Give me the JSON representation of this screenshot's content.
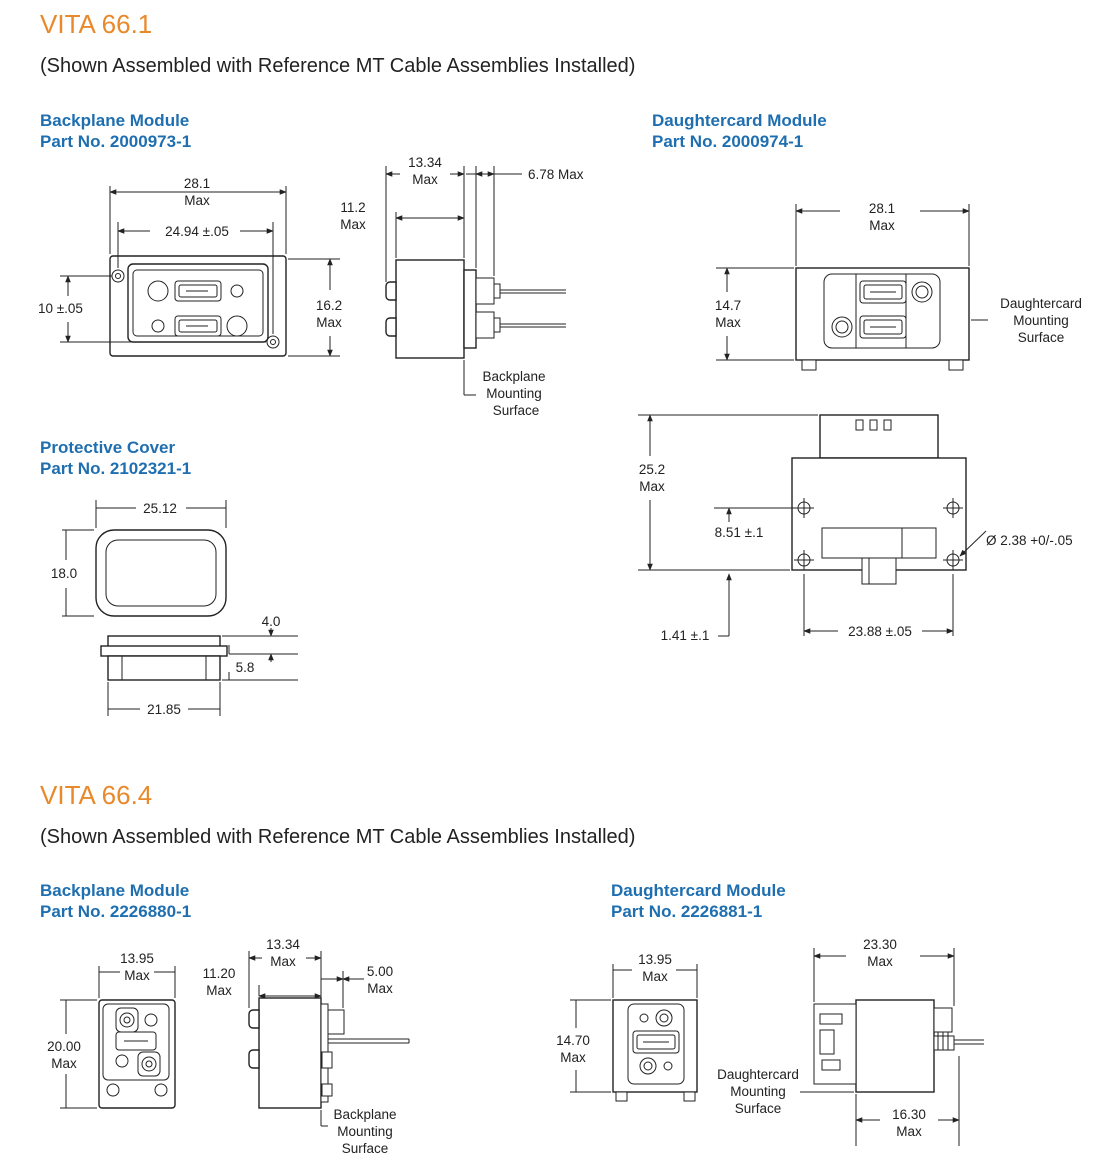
{
  "vita661": {
    "title": "VITA 66.1",
    "subtitle": "(Shown Assembled with Reference MT Cable Assemblies Installed)",
    "backplane": {
      "name": "Backplane Module",
      "part": "Part No. 2000973-1",
      "d_width": "28.1",
      "d_width_max": "Max",
      "d_inner": "24.94 ±.05",
      "d_pitch": "10 ±.05",
      "d_height": "16.2",
      "d_height_max": "Max",
      "d_depth": "11.2",
      "d_depth_max": "Max",
      "d_total": "13.34",
      "d_total_max": "Max",
      "d_pin": "6.78 Max",
      "surface": [
        "Backplane",
        "Mounting",
        "Surface"
      ]
    },
    "daughter": {
      "name": "Daughtercard Module",
      "part": "Part No. 2000974-1",
      "d_width": "28.1",
      "d_width_max": "Max",
      "d_height": "14.7",
      "d_height_max": "Max",
      "surface": [
        "Daughtercard",
        "Mounting",
        "Surface"
      ],
      "d_depth": "25.2",
      "d_depth_max": "Max",
      "d_hole_off": "8.51 ±.1",
      "d_hole_dia": "Ø 2.38 +0/-.05",
      "d_edge": "1.41 ±.1",
      "d_hole_pitch": "23.88 ±.05"
    },
    "cover": {
      "name": "Protective Cover",
      "part": "Part No. 2102321-1",
      "d_width": "25.12",
      "d_height": "18.0",
      "d_flange": "4.0",
      "d_body": "5.8",
      "d_base": "21.85"
    }
  },
  "vita664": {
    "title": "VITA 66.4",
    "subtitle": "(Shown Assembled with Reference MT Cable Assemblies Installed)",
    "backplane": {
      "name": "Backplane Module",
      "part": "Part No. 2226880-1",
      "d_width": "13.95",
      "d_width_max": "Max",
      "d_height": "20.00",
      "d_height_max": "Max",
      "d_depth": "11.20",
      "d_depth_max": "Max",
      "d_total": "13.34",
      "d_total_max": "Max",
      "d_pin": "5.00",
      "d_pin_max": "Max",
      "surface": [
        "Backplane",
        "Mounting",
        "Surface"
      ]
    },
    "daughter": {
      "name": "Daughtercard Module",
      "part": "Part No. 2226881-1",
      "d_width": "13.95",
      "d_width_max": "Max",
      "d_height": "14.70",
      "d_height_max": "Max",
      "surface": [
        "Daughtercard",
        "Mounting",
        "Surface"
      ],
      "d_total": "23.30",
      "d_total_max": "Max",
      "d_lower": "16.30",
      "d_lower_max": "Max"
    }
  }
}
